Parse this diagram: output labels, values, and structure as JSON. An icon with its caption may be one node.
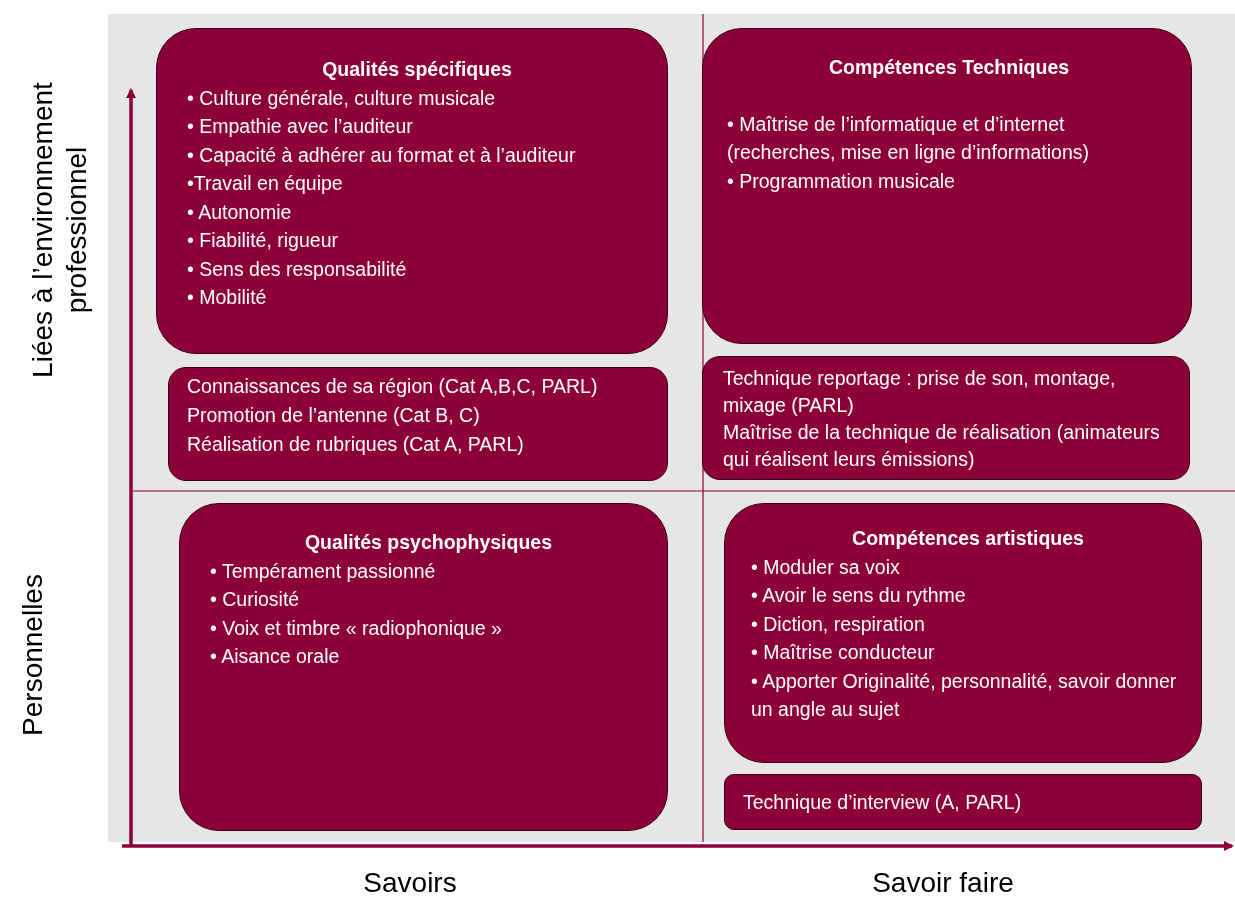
{
  "diagram": {
    "nodes": [
      {
        "text": [
          "Qualités spécifiques",
          "• Culture générale, culture musicale",
          "• Empathie avec l’auditeur",
          "• Capacité à adhérer au format et à l’auditeur",
          "•Travail en équipe",
          "• Autonomie",
          "• Fiabilité, rigueur",
          "• Sens des responsabilité",
          "• Mobilité"
        ]
      },
      {
        "text": [
          "Connaissances de sa région (Cat A,B,C, PARL)",
          "Promotion de l’antenne (Cat B, C)",
          "Réalisation de rubriques (Cat A, PARL)"
        ]
      },
      {
        "text": [
          "Compétences Techniques",
          "• Maîtrise de l’informatique et d’internet (recherches, mise en ligne d’informations)",
          "• Programmation musicale"
        ]
      },
      {
        "text": [
          "Technique reportage : prise de son, montage, mixage  (PARL)",
          "Maîtrise de la technique de réalisation (animateurs qui réalisent leurs émissions)"
        ]
      },
      {
        "text": [
          "Qualités psychophysiques",
          "• Tempérament passionné",
          "• Curiosité",
          "• Voix et timbre « radiophonique »",
          "• Aisance orale"
        ]
      },
      {
        "text": [
          "Compétences artistiques",
          "• Moduler sa voix",
          "• Avoir le sens du rythme",
          "• Diction, respiration",
          "• Maîtrise conducteur",
          "• Apporter Originalité, personnalité, savoir donner un angle au sujet"
        ]
      },
      {
        "text": [
          "Technique d’interview (A, PARL)"
        ]
      }
    ],
    "labels": [
      "Liées à l’environnement professionnel",
      "Personnelles",
      "Savoirs",
      "Savoir faire"
    ]
  }
}
